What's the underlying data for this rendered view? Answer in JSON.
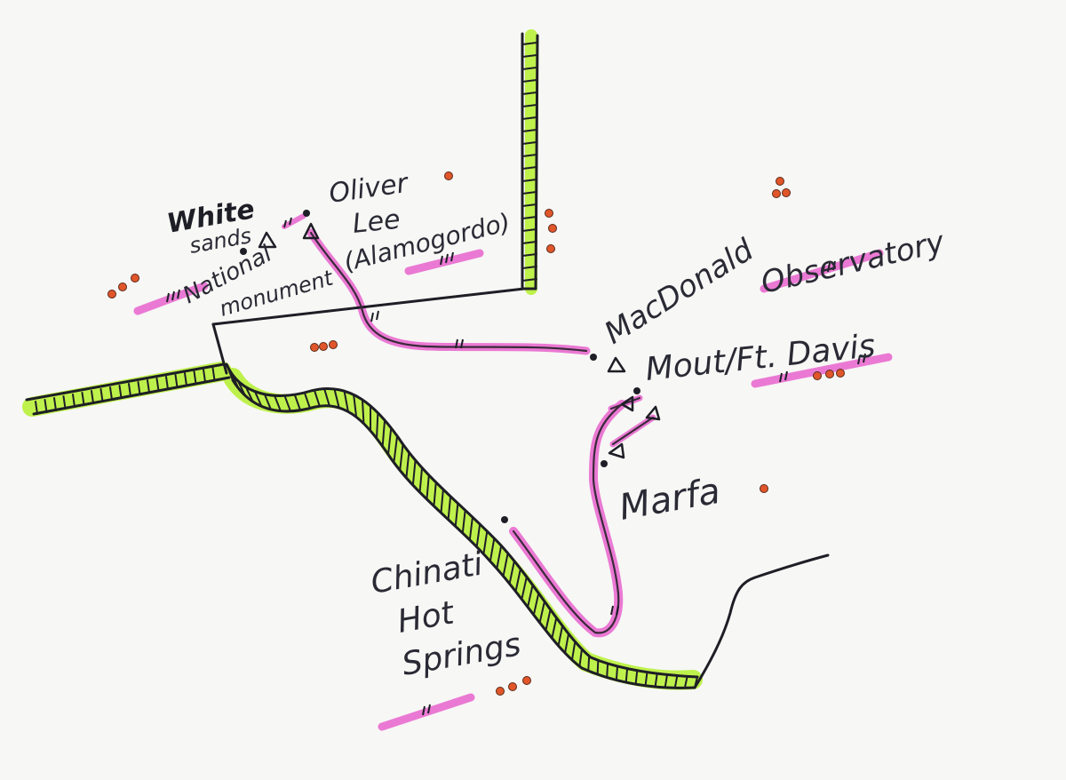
{
  "colors": {
    "paper": "#f7f7f5",
    "ink": "#1e1e26",
    "river_highlight": "#b8f03a",
    "route_highlight": "#e64fc8",
    "dot": "#e0562a"
  },
  "places": {
    "white_sands": {
      "line1": "White",
      "line2": "sands",
      "line3": "National",
      "line4": "monument"
    },
    "oliver_lee": {
      "line1": "Oliver",
      "line2": "Lee",
      "line3": "(Alamogordo)"
    },
    "macdonald": {
      "line1": "MacDonald",
      "line2": "Observatory"
    },
    "mount_davis": {
      "line1": "Mout/Ft. Davis"
    },
    "marfa": {
      "line1": "Marfa"
    },
    "chinati": {
      "line1": "Chinati",
      "line2": "Hot",
      "line3": "Springs"
    }
  },
  "icons": {
    "campsite": "triangle-tent-icon",
    "location": "dot-icon",
    "highlight_mark": "hash-mark-icon"
  }
}
